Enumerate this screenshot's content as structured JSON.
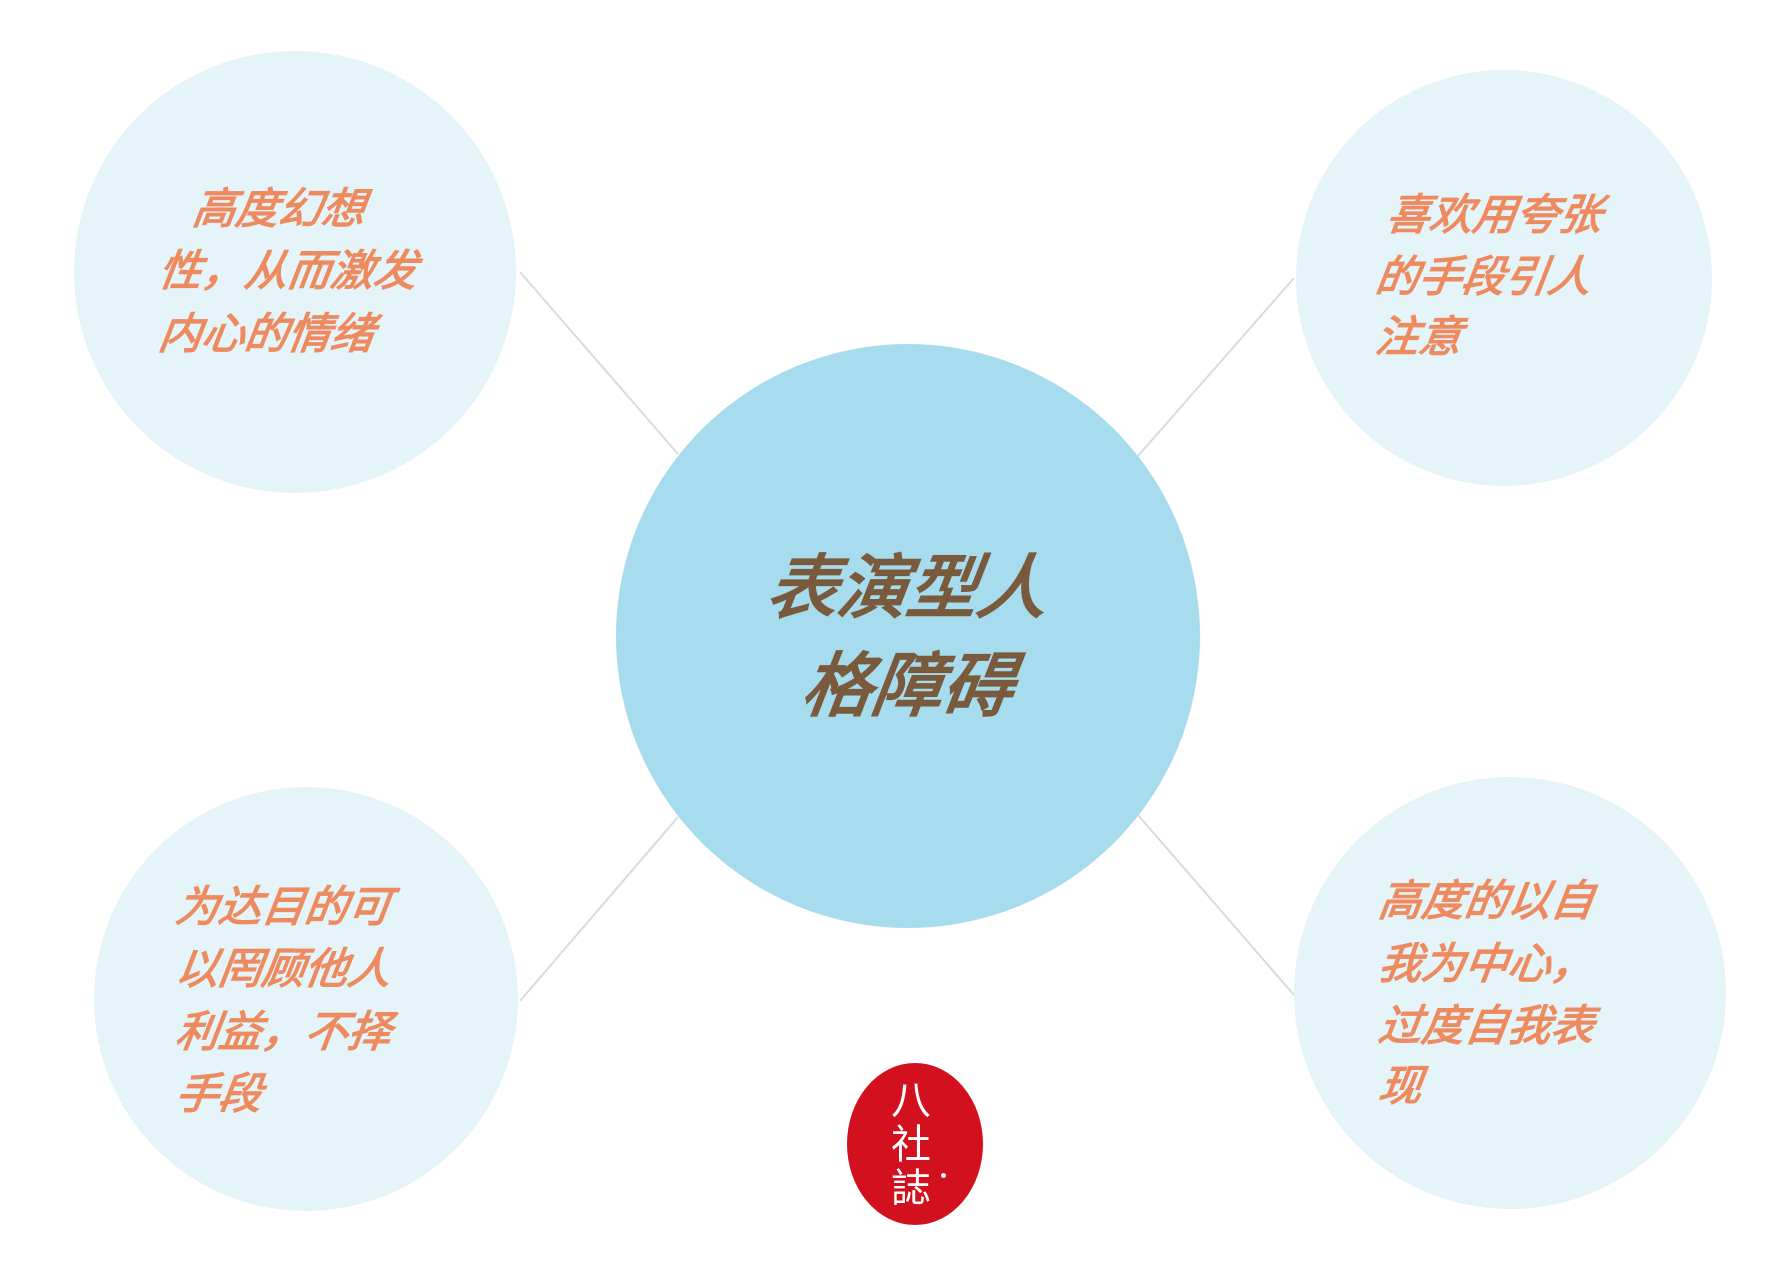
{
  "colors": {
    "center_fill": "#a6dced",
    "outer_fill": "#e4f4f8",
    "outer_text": "#ee8a5f",
    "center_text": "#7a5a3c",
    "connector": "#d9dcdd",
    "logo_fill": "#d2101e"
  },
  "center": {
    "lines": [
      "表演型人",
      "格障碍"
    ]
  },
  "nodes": {
    "top_left": {
      "lines": [
        "高度幻想",
        "性，从而激发",
        "内心的情绪"
      ]
    },
    "top_right": {
      "lines": [
        "喜欢用夸张",
        "的手段引人",
        "注意"
      ]
    },
    "bottom_left": {
      "lines": [
        "为达目的可",
        "以罔顾他人",
        "利益，不择",
        "手段"
      ]
    },
    "bottom_right": {
      "lines": [
        "高度的以自",
        "我为中心，",
        "过度自我表",
        "现"
      ]
    }
  },
  "logo": {
    "chars": [
      "八",
      "社",
      "誌"
    ]
  }
}
